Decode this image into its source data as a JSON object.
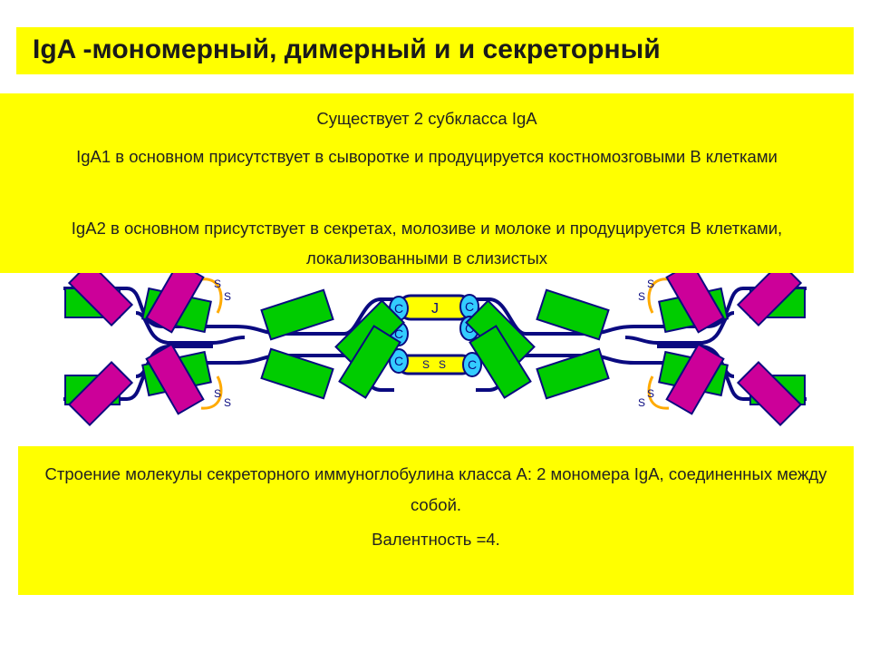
{
  "title": "IgA -мономерный, димерный и и секреторный",
  "info": {
    "line1": "Существует 2 субкласса IgA",
    "line2": "IgA1 в основном присутствует в сыворотке и  продуцируется костномозговыми В клетками",
    "line3": "IgA2 в основном присутствует в секретах, молозиве и молоке и продуцируется В клетками, локализованными в слизистых"
  },
  "diagram": {
    "j_chain_label": "J",
    "domain_label": "C",
    "disulfide_label": "S",
    "colors": {
      "variable_domain": "#cc0099",
      "constant_domain": "#00cc00",
      "chain_line": "#0a0a80",
      "j_chain": "#ffff00",
      "c_node": "#33ccff",
      "disulfide_bond": "#ffaa00"
    }
  },
  "bottom": {
    "description": "Строение молекулы секреторного иммуноглобулина класса А: 2 мономера IgA, соединенных между собой.",
    "valence": "Валентность =4."
  }
}
